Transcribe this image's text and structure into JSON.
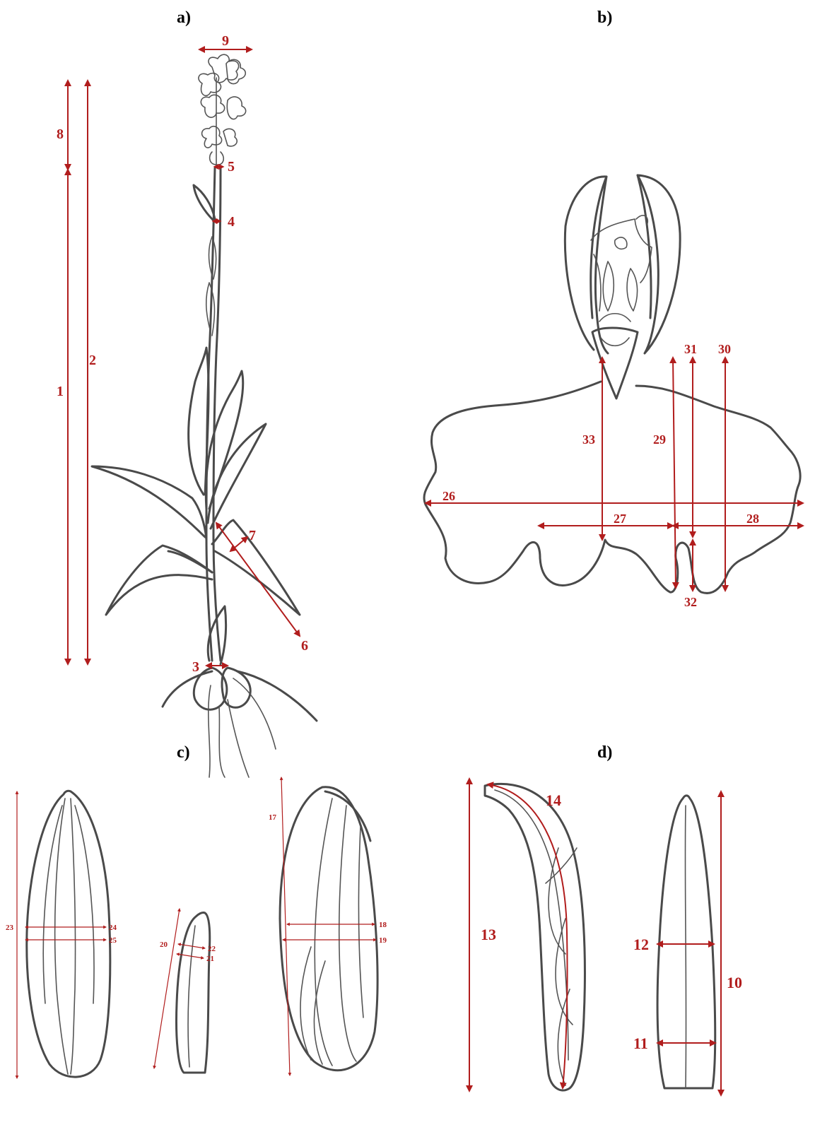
{
  "panels": {
    "a": "a)",
    "b": "b)",
    "c": "c)",
    "d": "d)"
  },
  "measures": {
    "m1": "1",
    "m2": "2",
    "m3": "3",
    "m4": "4",
    "m5": "5",
    "m6": "6",
    "m7": "7",
    "m8": "8",
    "m9": "9",
    "m10": "10",
    "m11": "11",
    "m12": "12",
    "m13": "13",
    "m14": "14",
    "m17": "17",
    "m18": "18",
    "m19": "19",
    "m20": "20",
    "m21": "21",
    "m22": "22",
    "m23": "23",
    "m24": "24",
    "m25": "25",
    "m26": "26",
    "m27": "27",
    "m28": "28",
    "m29": "29",
    "m30": "30",
    "m31": "31",
    "m32": "32",
    "m33": "33"
  },
  "colors": {
    "measure": "#b11d1d",
    "ink": "#4a4a4a"
  }
}
